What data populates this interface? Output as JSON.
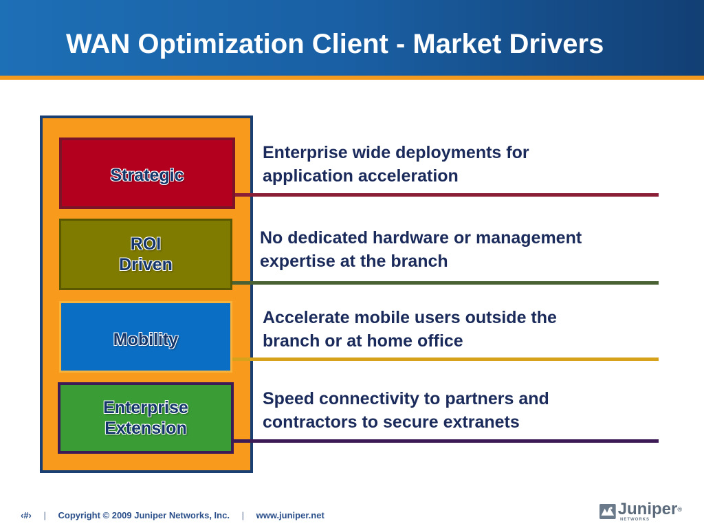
{
  "slide": {
    "title": "WAN Optimization Client - Market Drivers"
  },
  "drivers": [
    {
      "label": "Strategic",
      "description": "Enterprise wide deployments for\napplication acceleration",
      "color": "#b3001f"
    },
    {
      "label": "ROI\nDriven",
      "description": "No dedicated hardware or management\nexpertise at the branch",
      "color": "#7f7a00"
    },
    {
      "label": "Mobility",
      "description": "Accelerate mobile users outside the\nbranch or at home office",
      "color": "#0a6ec4"
    },
    {
      "label": "Enterprise\nExtension",
      "description": "Speed connectivity to partners and\ncontractors to secure extranets",
      "color": "#3a9c35"
    }
  ],
  "footer": {
    "page_number": "‹#›",
    "separator": "|",
    "copyright": "Copyright © 2009 Juniper Networks, Inc.",
    "website": "www.juniper.net"
  },
  "logo": {
    "icon": "juniper-logo-icon",
    "wordmark": "Juniper",
    "trademark": "®",
    "subtext": "NETWORKS"
  },
  "colors": {
    "header_blue": "#1a5fa3",
    "accent_orange": "#f39a1e",
    "panel_orange": "#f89a1c",
    "panel_border": "#1a3f73",
    "text_navy": "#1a2a5a"
  }
}
